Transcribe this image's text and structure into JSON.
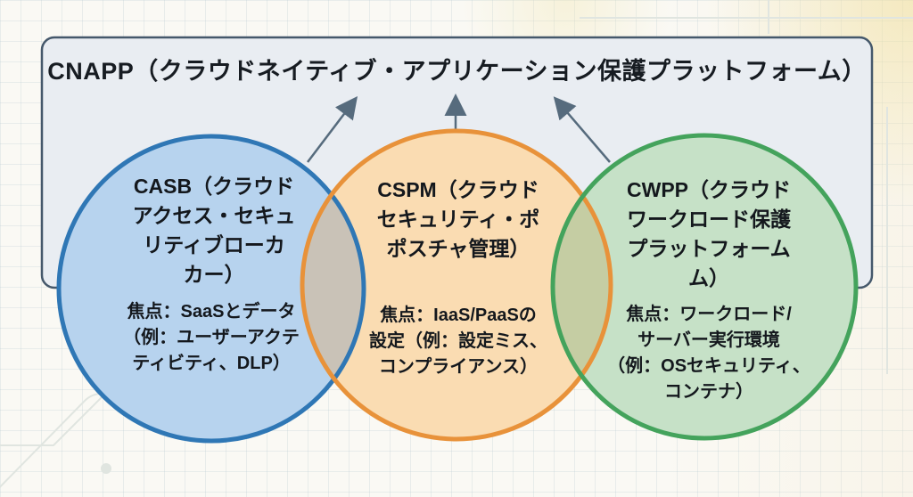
{
  "diagram": {
    "type": "venn",
    "title": "CNAPP（クラウドネイティブ・アプリケーション保護プラットフォーム）"
  },
  "box": {
    "fill": "#e9edf2",
    "border": "#45586b"
  },
  "arrows": {
    "color": "#566b7d",
    "count": 3
  },
  "overlaps": {
    "casb_cspm": "#c9c2b7",
    "cspm_cwpp": "#c5cda3"
  },
  "circles": [
    {
      "id": "casb",
      "title": "CASB（クラウド\nアクセス・セキュ\nリティブローカ\nカー）",
      "focus": "焦点：SaaSとデータ\n（例：ユーザーアクテ\nティビティ、DLP）",
      "fill": "#b7d3ee",
      "border": "#2f77b5"
    },
    {
      "id": "cspm",
      "title": "CSPM（クラウド\nセキュリティ・ポ\nポスチャ管理）",
      "focus": "焦点：IaaS/PaaSの\n設定（例：設定ミス、\nコンプライアンス）",
      "fill": "#fadcb2",
      "border": "#e8923a"
    },
    {
      "id": "cwpp",
      "title": "CWPP（クラウド\nワークロード保護\nプラットフォーム\nム）",
      "focus": "焦点：ワークロード/\nサーバー実行環境\n（例：OSセキュリティ、\nコンテナ）",
      "fill": "#c6e1c7",
      "border": "#44a35c"
    }
  ]
}
